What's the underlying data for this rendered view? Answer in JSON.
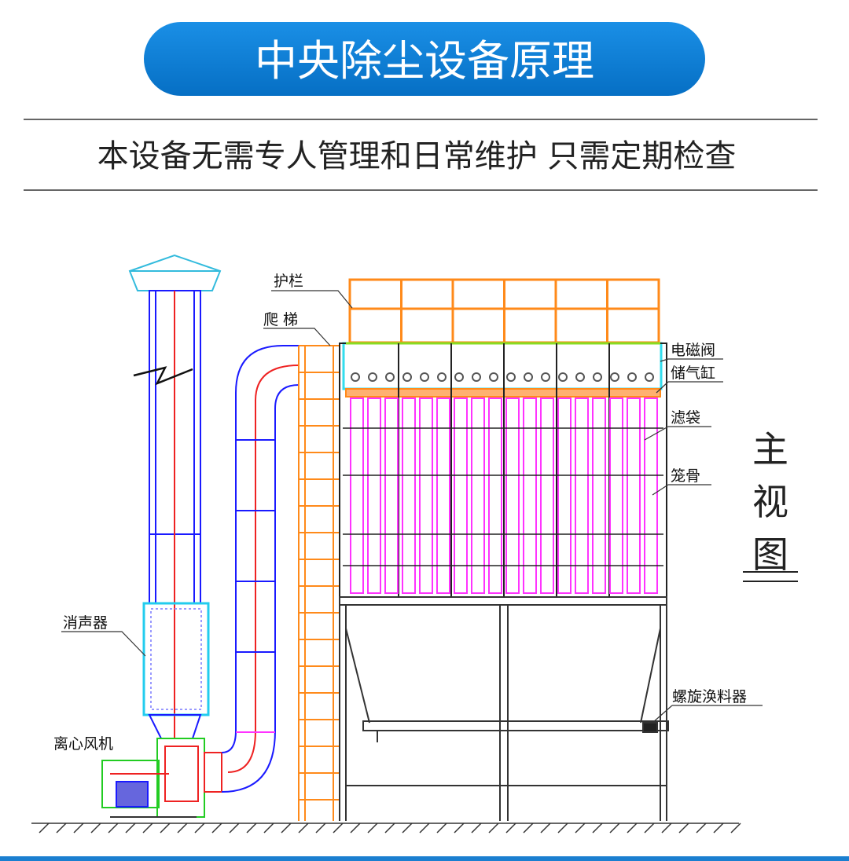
{
  "header": {
    "title": "中央除尘设备原理",
    "subtitle": "本设备无需专人管理和日常维护 只需定期检查"
  },
  "diagram": {
    "view_label": [
      "主",
      "视",
      "图"
    ],
    "labels": {
      "guardrail": "护栏",
      "ladder": "爬 梯",
      "solenoid_valve": "电磁阀",
      "air_tank": "储气缸",
      "filter_bag": "滤袋",
      "cage": "笼骨",
      "silencer": "消声器",
      "fan": "离心风机",
      "screw_conveyor": "螺旋涣料器"
    }
  },
  "colors": {
    "title_bg": "#0b7fd6",
    "frame": "#1a1aff",
    "guardrail": "#ff8a1a",
    "bags": "#ff33ff",
    "plenum": "#33ddee",
    "fan": "#22cc22",
    "bottom_bar": "#1a7fd0"
  }
}
